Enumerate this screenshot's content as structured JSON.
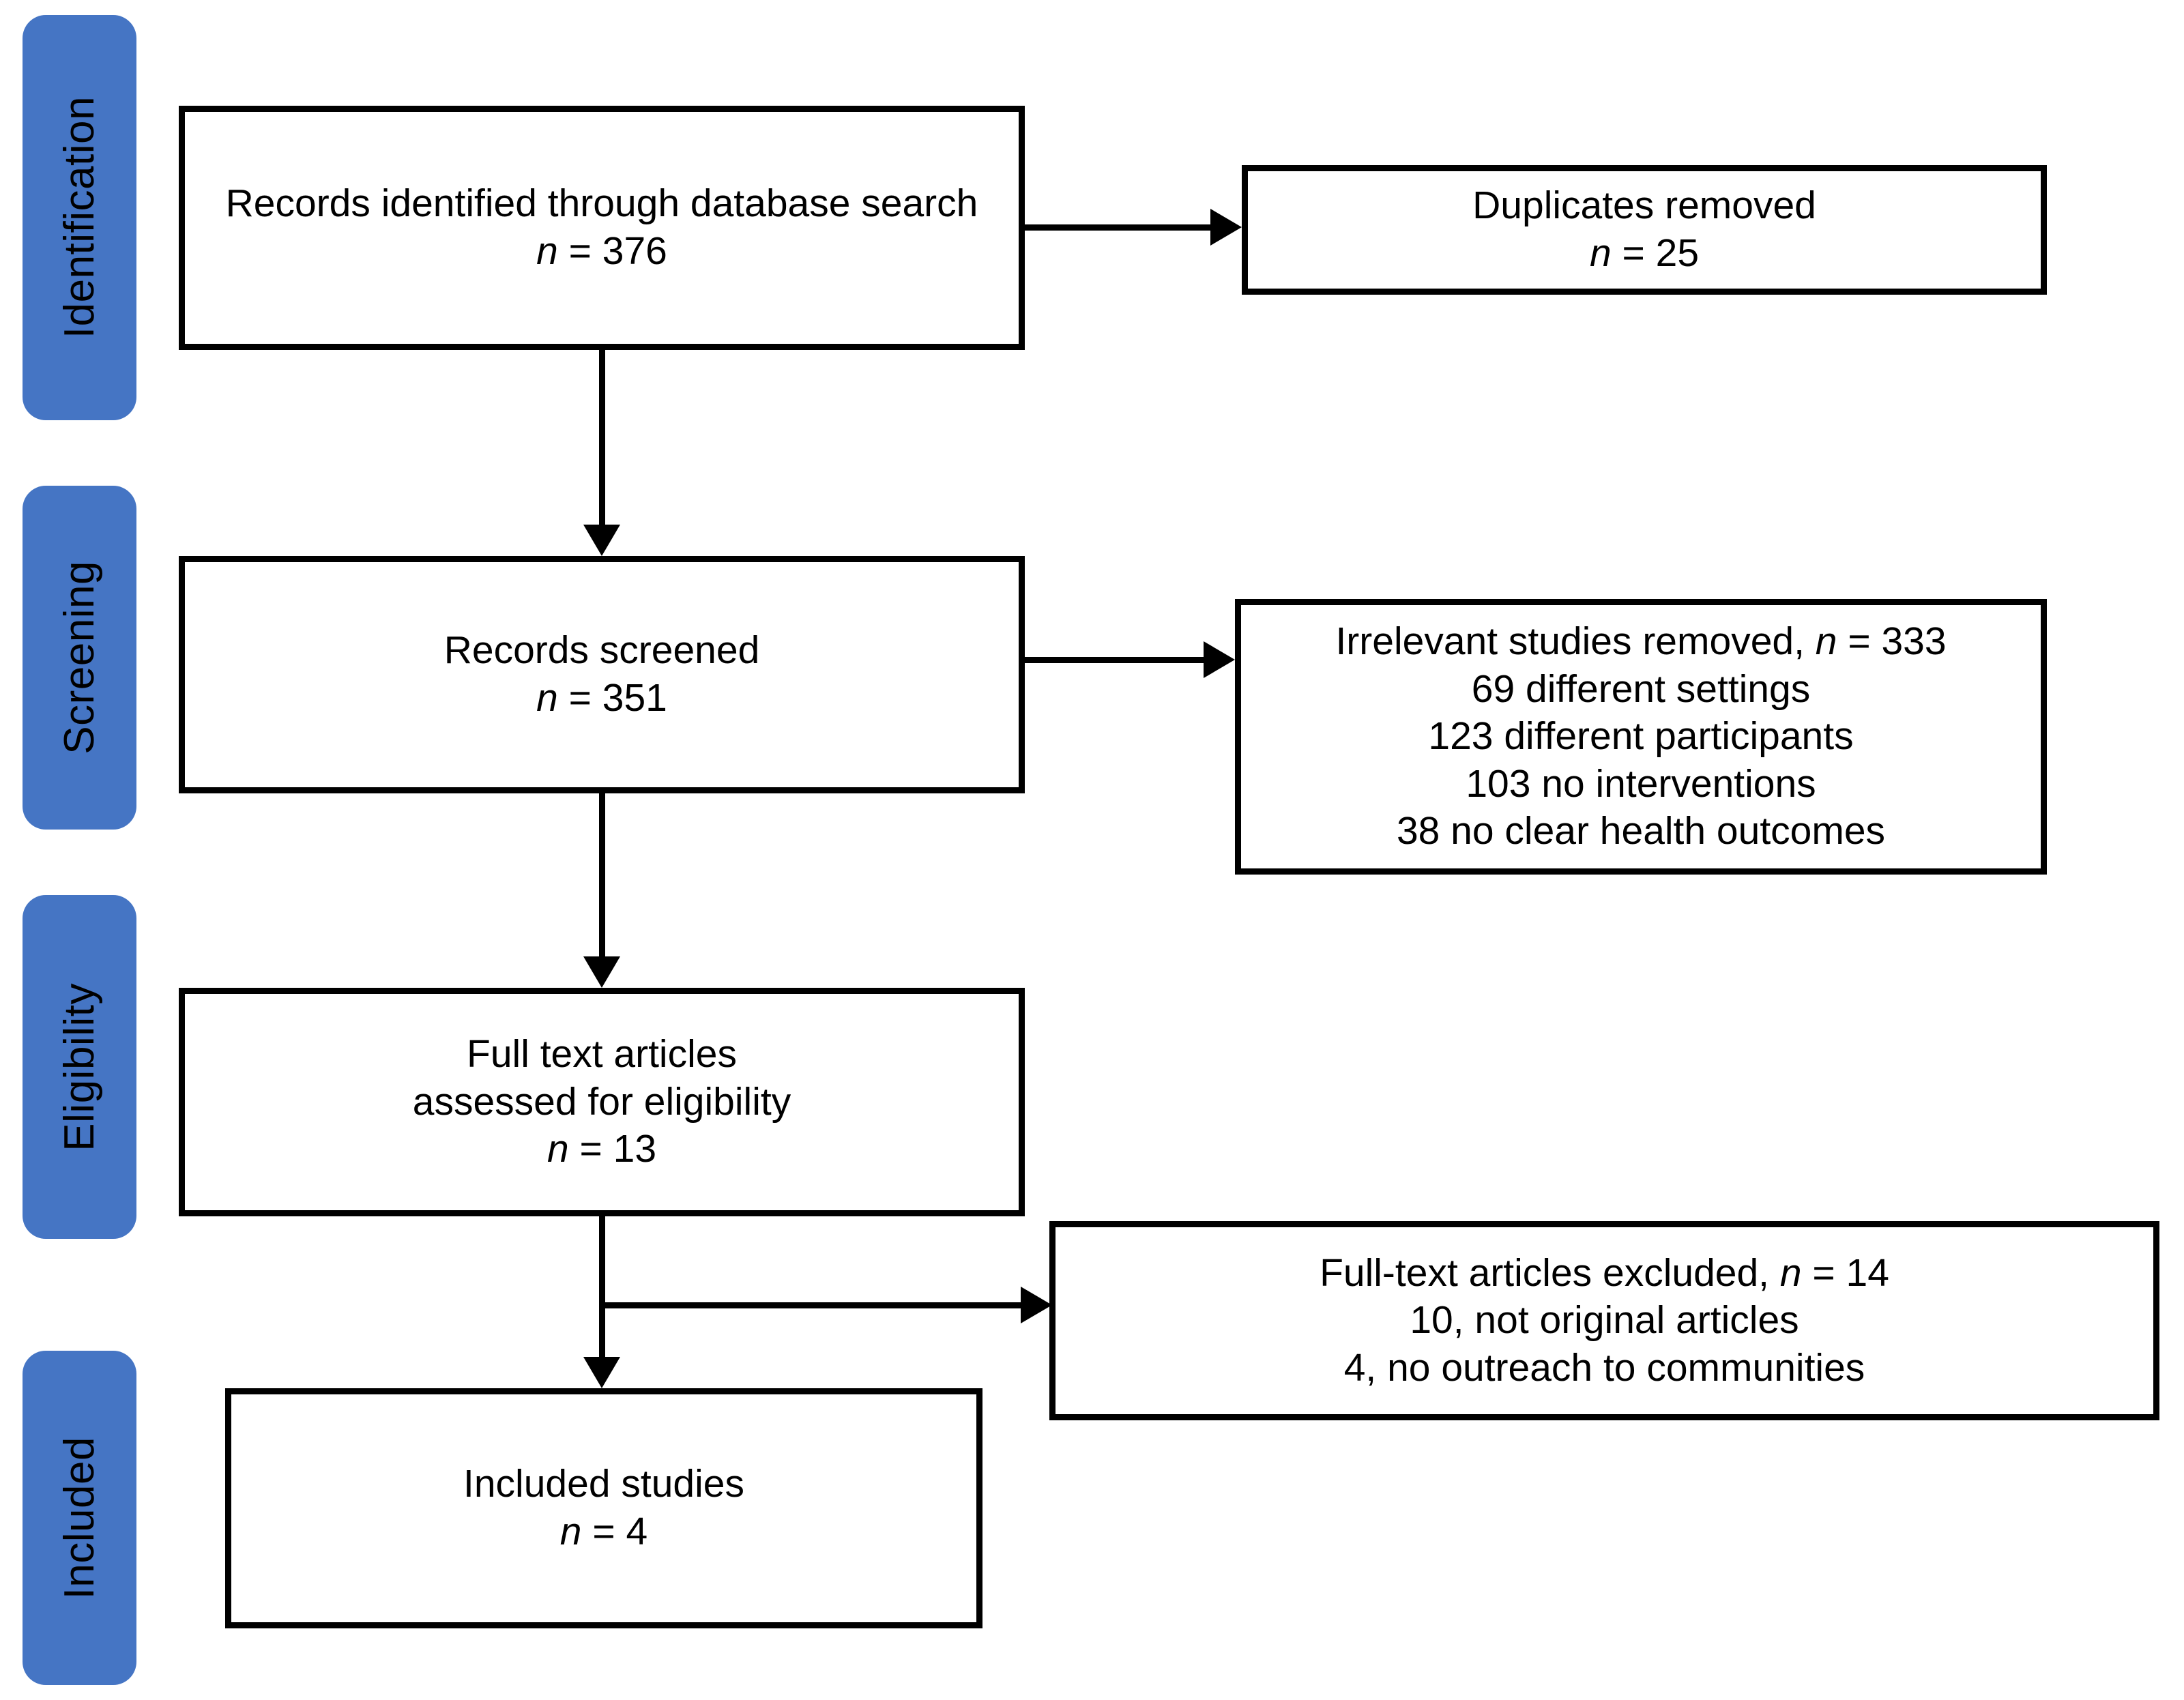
{
  "diagram": {
    "type": "prisma-flow-diagram",
    "accent_color": "#4575C4",
    "line_color": "#000000",
    "background_color": "#ffffff"
  },
  "stages": [
    {
      "key": "identification",
      "label": "Identification"
    },
    {
      "key": "screening",
      "label": "Screening"
    },
    {
      "key": "eligibility",
      "label": "Eligibility"
    },
    {
      "key": "included",
      "label": "Included"
    }
  ],
  "boxes": {
    "records_identified": {
      "title": "Records identified through database search",
      "n_label": "n",
      "n_eq": " = 376",
      "count": 376
    },
    "duplicates_removed": {
      "title": "Duplicates removed",
      "n_label": "n",
      "n_eq": " = 25",
      "count": 25
    },
    "records_screened": {
      "title": "Records screened",
      "n_label": "n",
      "n_eq": " = 351",
      "count": 351
    },
    "irrelevant_removed": {
      "head_pre": "Irrelevant studies removed, ",
      "head_n": "n",
      "head_post": " = 333",
      "count": 333,
      "reasons": [
        "69 different settings",
        "123 different participants",
        "103 no interventions",
        "38 no clear health outcomes"
      ]
    },
    "full_text_assessed": {
      "line1": "Full text articles",
      "line2": "assessed for eligibility",
      "n_label": "n",
      "n_eq": " = 13",
      "count": 13
    },
    "full_text_excluded": {
      "head_pre": "Full-text articles excluded, ",
      "head_n": "n",
      "head_post": " = 14",
      "count": 14,
      "reasons": [
        "10, not original articles",
        "4, no outreach to communities"
      ]
    },
    "included_studies": {
      "title": "Included studies",
      "n_label": "n",
      "n_eq": " = 4",
      "count": 4
    }
  }
}
